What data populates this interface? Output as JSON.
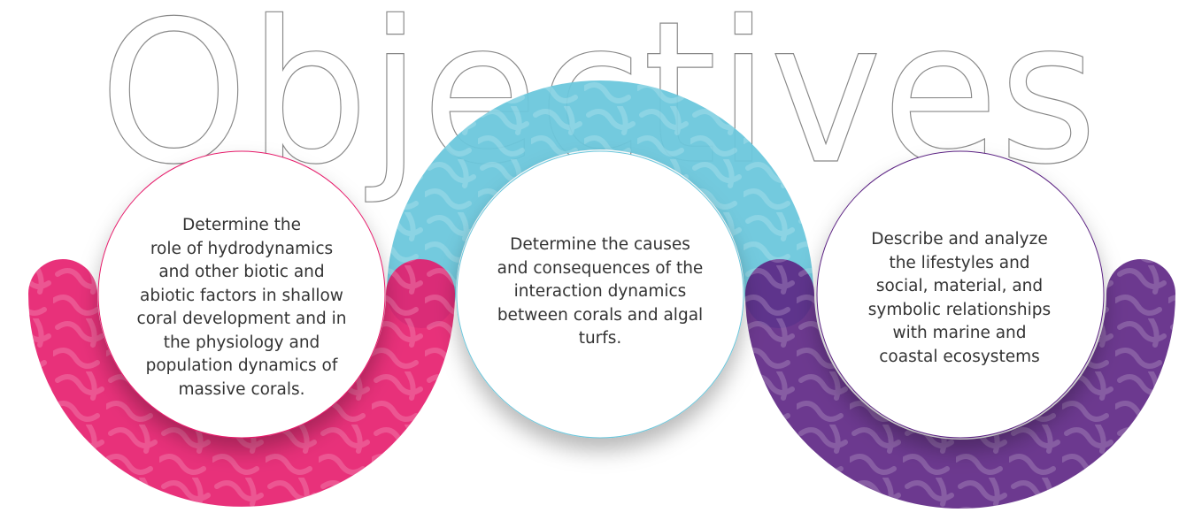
{
  "title": "Objectives",
  "colors": {
    "pink": "#e61b6b",
    "cyan": "#6cc7dc",
    "purple": "#5c2483",
    "text": "#333333"
  },
  "objectives": [
    {
      "lines": [
        "Determine the",
        "role of hydrodynamics",
        "and other biotic and",
        "abiotic factors in shallow",
        "coral development and in",
        "the physiology and",
        "population dynamics of",
        "massive corals."
      ]
    },
    {
      "lines": [
        "Determine the causes",
        "and consequences of the",
        "interaction dynamics",
        "between corals and algal",
        "turfs."
      ]
    },
    {
      "lines": [
        "Describe and analyze",
        "the lifestyles and",
        "social, material, and",
        "symbolic relationships",
        "with marine and",
        "coastal ecosystems"
      ]
    }
  ]
}
